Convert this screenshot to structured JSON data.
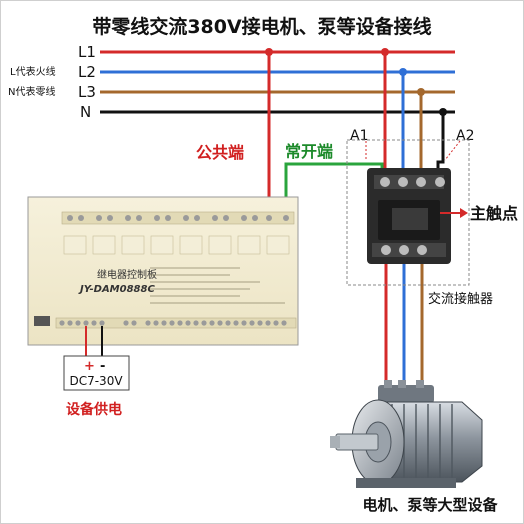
{
  "title": "带零线交流380V接电机、泵等设备接线",
  "lines": {
    "l1": "L1",
    "l2": "L2",
    "l3": "L3",
    "n": "N"
  },
  "side_labels": {
    "l_fire": "L代表火线",
    "n_zero": "N代表零线"
  },
  "labels": {
    "common": "公共端",
    "normally_open": "常开端",
    "a1": "A1",
    "a2": "A2",
    "main_contact": "主触点",
    "contactor": "交流接触器",
    "device_power": "设备供电",
    "motor": "电机、泵等大型设备",
    "power_plus": "+",
    "power_minus": "-",
    "power_voltage": "DC7-30V"
  },
  "board": {
    "name": "继电器控制板",
    "model": "JY-DAM0888C"
  },
  "colors": {
    "l1": "#d42a2a",
    "l2": "#2f6fd6",
    "l3": "#a4682d",
    "n": "#111111",
    "green_wire": "#2aa43c"
  }
}
